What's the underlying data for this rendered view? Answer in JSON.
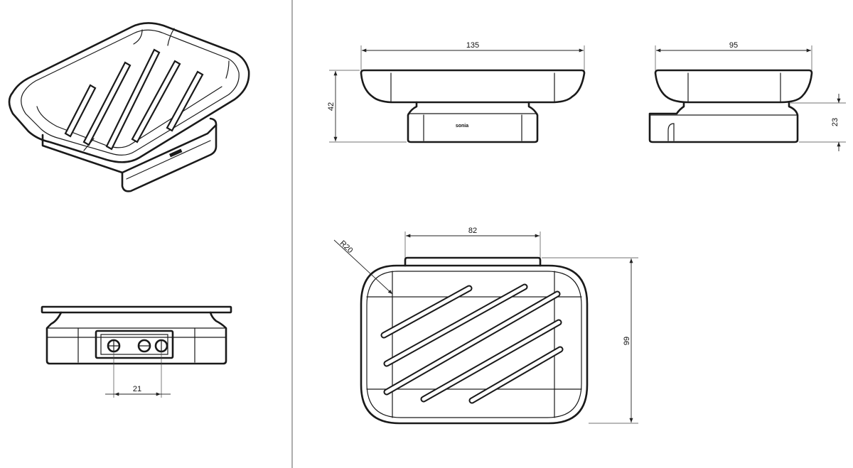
{
  "dimensions": {
    "length": "135",
    "width": "95",
    "height": "42",
    "base_height": "23",
    "mount_width": "82",
    "depth": "99",
    "corner_radius": "R20",
    "screw_spacing": "21"
  },
  "brand_label": "sonia",
  "colors": {
    "line": "#1a1a1a",
    "background": "#ffffff"
  }
}
